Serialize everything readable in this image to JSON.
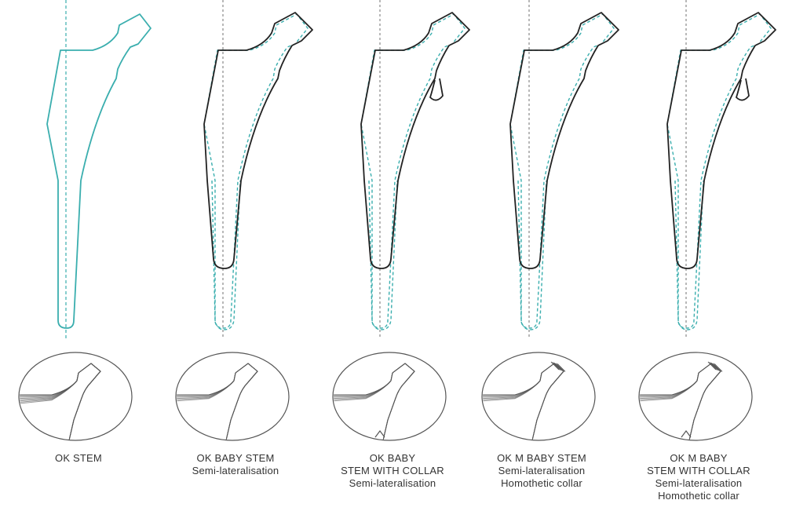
{
  "colors": {
    "teal": "#3aaeae",
    "outline": "#222222",
    "detail": "#555555",
    "guide": "#888888"
  },
  "stems": [
    {
      "id": "ok-stem",
      "title_lines": [
        "OK STEM"
      ],
      "sub_lines": [],
      "variant": "reference",
      "collar": false,
      "homothetic": false
    },
    {
      "id": "ok-baby-stem",
      "title_lines": [
        "OK BABY STEM"
      ],
      "sub_lines": [
        "Semi-lateralisation"
      ],
      "variant": "baby",
      "collar": false,
      "homothetic": false
    },
    {
      "id": "ok-baby-stem-collar",
      "title_lines": [
        "OK BABY",
        "STEM WITH COLLAR"
      ],
      "sub_lines": [
        "Semi-lateralisation"
      ],
      "variant": "baby",
      "collar": true,
      "homothetic": false
    },
    {
      "id": "ok-m-baby-stem",
      "title_lines": [
        "OK M BABY STEM"
      ],
      "sub_lines": [
        "Semi-lateralisation",
        "Homothetic collar"
      ],
      "variant": "baby",
      "collar": false,
      "homothetic": true
    },
    {
      "id": "ok-m-baby-stem-collar",
      "title_lines": [
        "OK M BABY",
        "STEM WITH COLLAR"
      ],
      "sub_lines": [
        "Semi-lateralisation",
        "Homothetic collar"
      ],
      "variant": "baby",
      "collar": true,
      "homothetic": true
    }
  ]
}
